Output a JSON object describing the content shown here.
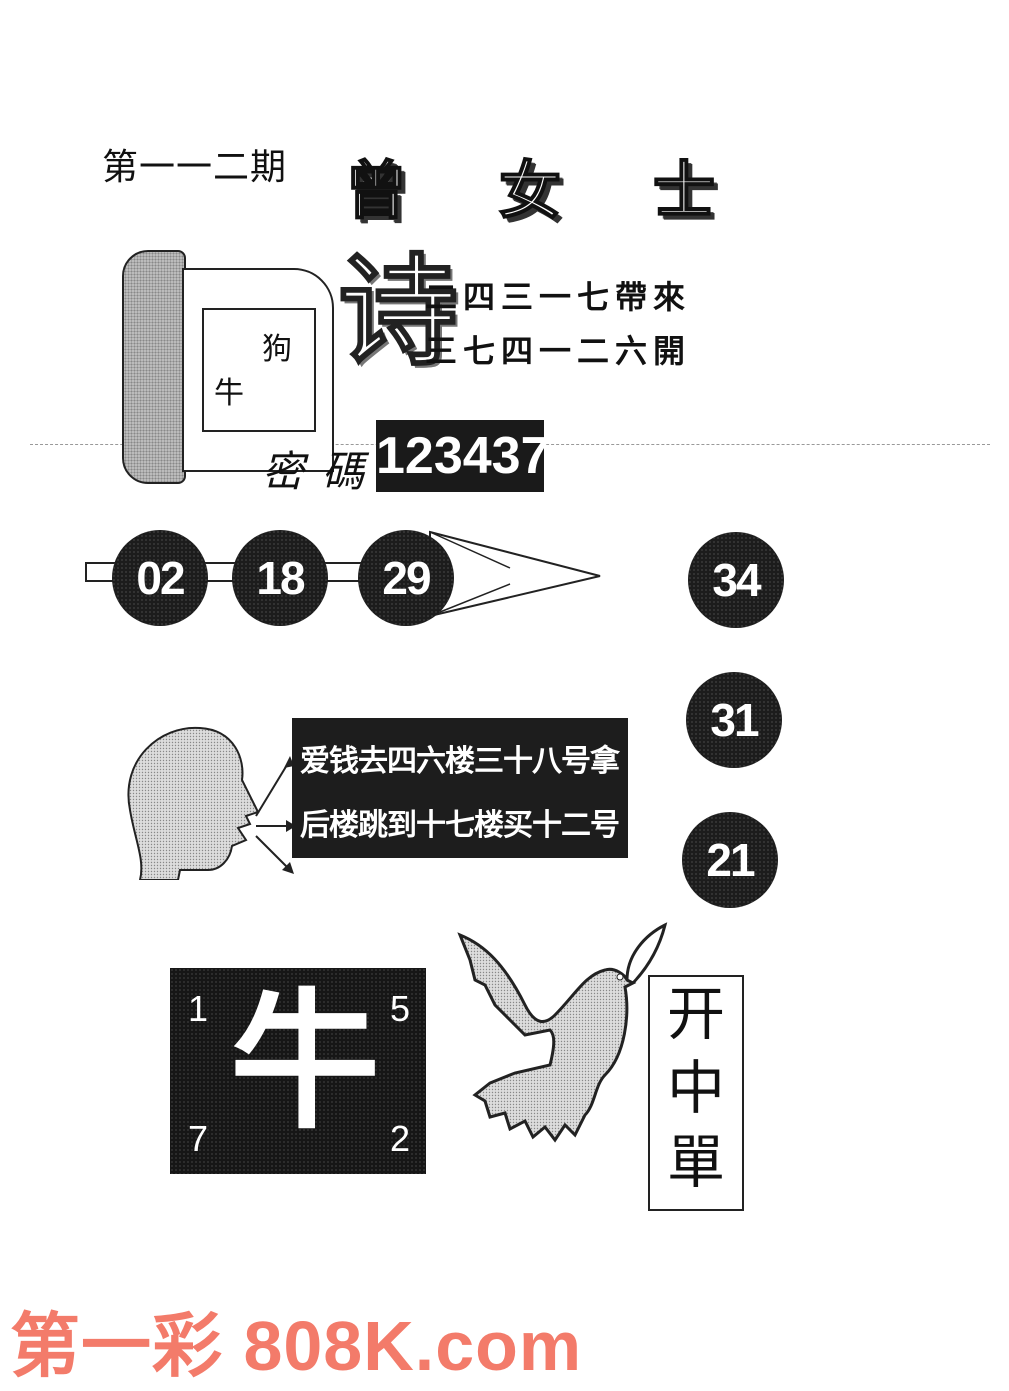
{
  "header": {
    "issue": "第一一二期",
    "name_chars": [
      "曾",
      "女",
      "士"
    ]
  },
  "phone_card": {
    "animals": [
      "牛",
      "狗"
    ]
  },
  "poem": {
    "label": "诗",
    "lines": [
      "二四三一七帶來",
      "三七四一二六開"
    ]
  },
  "password": {
    "label": "密碼",
    "value": "123437"
  },
  "arrow_balls": [
    "02",
    "18",
    "29"
  ],
  "column_balls": [
    "34",
    "31",
    "21"
  ],
  "speech": {
    "lines": [
      "爱钱去四六楼三十八号拿",
      "后楼跳到十七楼买十二号"
    ]
  },
  "ox_box": {
    "character": "牛",
    "numbers": {
      "top_left": "1",
      "top_right": "5",
      "bottom_left": "7",
      "bottom_right": "2"
    }
  },
  "vertical_label": [
    "开",
    "中",
    "單"
  ],
  "footer": {
    "text": "第一彩 808K.com",
    "color": "#f37b6a"
  },
  "icons": [
    "telephone-icon",
    "head-speaking-icon",
    "dove-icon",
    "arrow-icon"
  ]
}
